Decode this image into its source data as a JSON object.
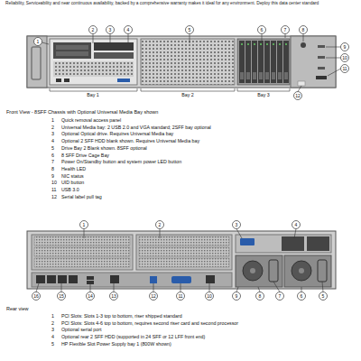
{
  "diagram": {
    "labels": [
      "Reliability, Serviceability and near continuous availability, backed by a comprehensive warranty makes it ideal for any environment. Deploy this data center standard",
      "1",
      "2",
      "3",
      "4",
      "5",
      "6",
      "7",
      "8",
      "9",
      "10",
      "11",
      "12",
      "Bay 1",
      "Bay 2",
      "Bay 3",
      "Front View - 8SFF Chassis with Optional Universal Media Bay shown",
      "1",
      "Quick removal access panel",
      "2",
      "Universal Media bay: 2 USB 2.0 and VGA standard; 2SFF bay optional",
      "3",
      "Optional Optical drive. Requires Universal Media bay",
      "4",
      "Optional 2 SFF HDD blank shown. Requires Universal Media bay",
      "5",
      "Drive Bay 2 Blank shown. 8SFF optional",
      "6",
      "8 SFF Drive Cage Bay",
      "7",
      "Power On/Standby button and system power LED button",
      "8",
      "Health LED",
      "9",
      "NIC status",
      "10",
      "UID button",
      "11",
      "USB 3.0",
      "12",
      "Serial label pull tag",
      "1",
      "2",
      "3",
      "4",
      "16",
      "15",
      "14",
      "13",
      "12",
      "11",
      "10",
      "9",
      "8",
      "7",
      "6",
      "5",
      "Rear view",
      "1",
      "PCI Slots: Slots 1-3 top to bottom, riser shipped standard",
      "2",
      "PCI Slots: Slots 4-6 top to bottom, requires second riser card and second processor",
      "3",
      "Optional serial port",
      "4",
      "Optional rear 2 SFF HDD (supported in 24 SFF or 12 LFF front end)",
      "5",
      "HP Flexible Slot Power Supply bay 1 (800W shown)"
    ]
  }
}
